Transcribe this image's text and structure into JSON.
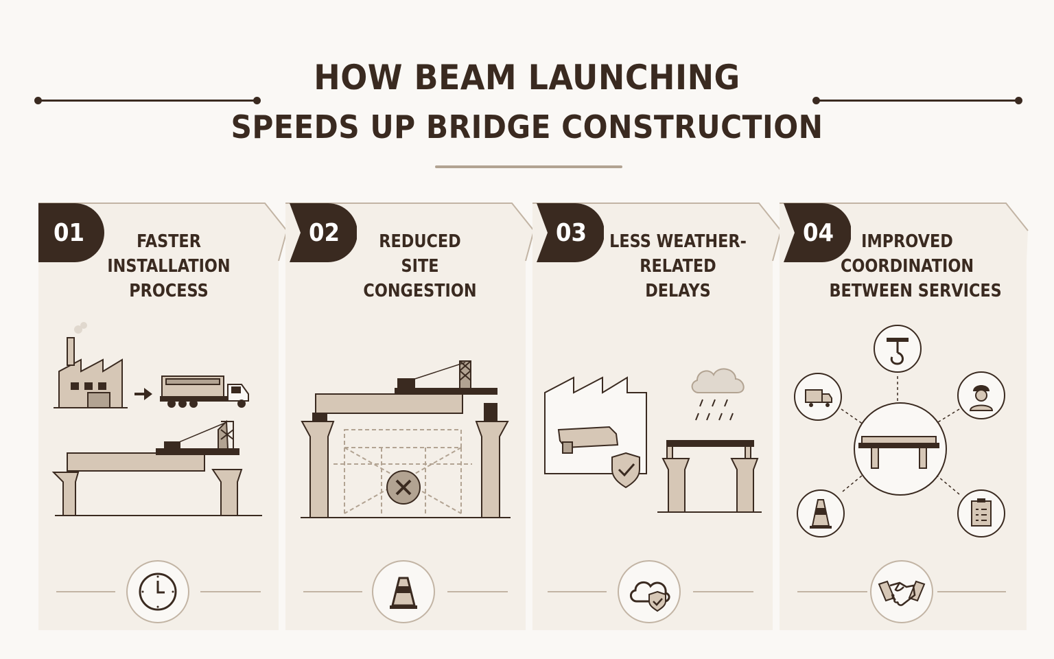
{
  "header": {
    "title_line1": "HOW BEAM LAUNCHING",
    "title_line2": "SPEEDS UP BRIDGE CONSTRUCTION"
  },
  "colors": {
    "dark": "#3a2a20",
    "panel": "#f4efe8",
    "tan": "#d6c7b6",
    "accent": "#b2a392"
  },
  "steps": [
    {
      "number": "01",
      "heading": [
        "FASTER",
        "INSTALLATION",
        "PROCESS"
      ],
      "illustration": [
        "factory-icon",
        "arrow-icon",
        "truck-icon",
        "bridge-launcher-icon"
      ],
      "footer_icon": "clock-icon"
    },
    {
      "number": "02",
      "heading": [
        "REDUCED",
        "SITE",
        "CONGESTION"
      ],
      "illustration": [
        "bridge-launcher-icon",
        "scaffold-icon",
        "cross-icon"
      ],
      "footer_icon": "traffic-cone-icon"
    },
    {
      "number": "03",
      "heading": [
        "LESS WEATHER-",
        "RELATED",
        "DELAYS"
      ],
      "illustration": [
        "factory-icon",
        "beam-icon",
        "shield-check-icon",
        "rain-cloud-icon",
        "bridge-icon"
      ],
      "footer_icon": "cloud-shield-icon"
    },
    {
      "number": "04",
      "heading": [
        "IMPROVED",
        "COORDINATION",
        "BETWEEN SERVICES"
      ],
      "illustration": [
        "bridge-icon",
        "crane-hook-icon",
        "truck-icon",
        "worker-icon",
        "traffic-cone-icon",
        "clipboard-icon"
      ],
      "footer_icon": "handshake-icon"
    }
  ]
}
